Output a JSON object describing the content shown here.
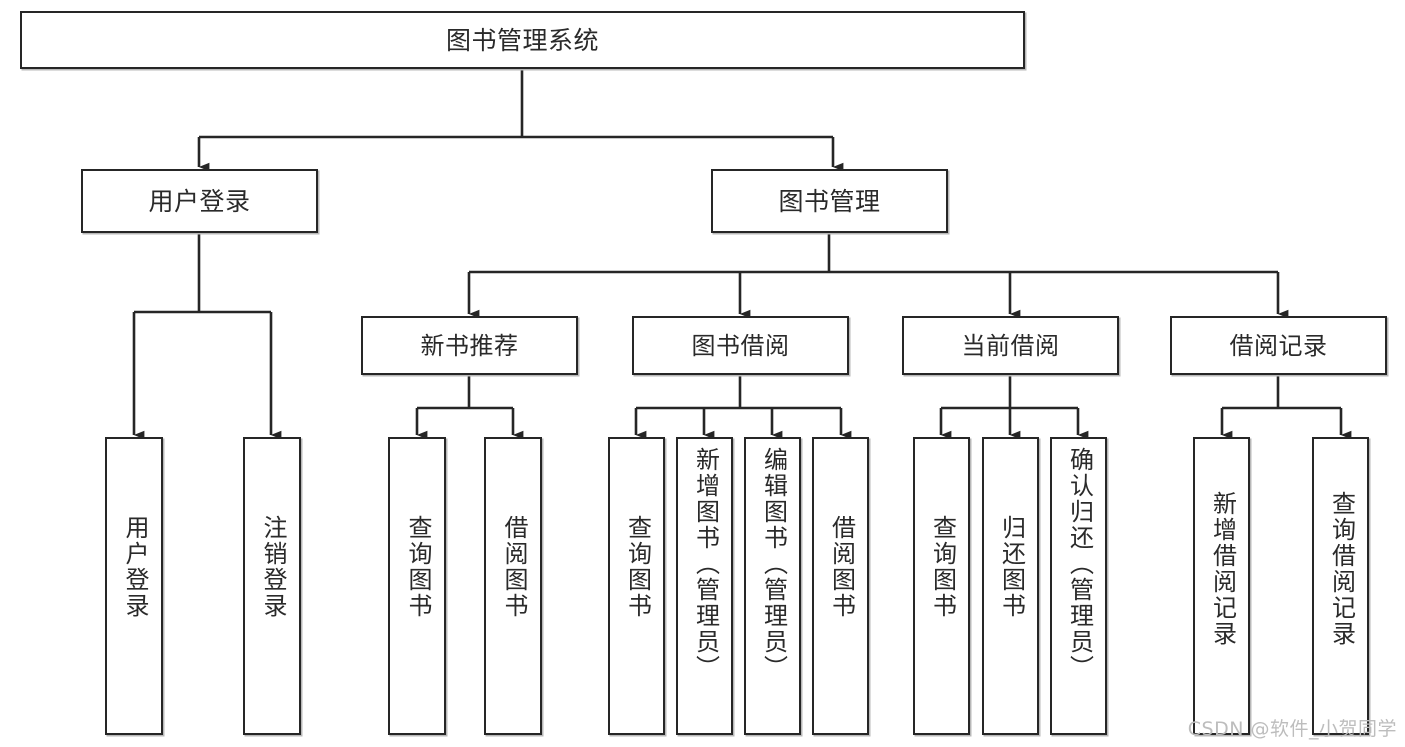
{
  "diagram": {
    "title": "图书管理系统",
    "type": "功能结构图",
    "stroke_color": "#262626",
    "fill_color": "#ffffff",
    "text_color": "#2a2a2a",
    "shadow_color": "#b8b8b8",
    "background": "#ffffff"
  },
  "nodes": {
    "root": {
      "label": "图书管理系统"
    },
    "tier2": [
      {
        "label": "用户登录"
      },
      {
        "label": "图书管理"
      }
    ],
    "tier3": [
      {
        "label": "新书推荐"
      },
      {
        "label": "图书借阅"
      },
      {
        "label": "当前借阅"
      },
      {
        "label": "借阅记录"
      }
    ],
    "leaves_user_login": [
      {
        "label": "用户登录"
      },
      {
        "label": "注销登录"
      }
    ],
    "leaves_new_book": [
      {
        "label": "查询图书"
      },
      {
        "label": "借阅图书"
      }
    ],
    "leaves_borrow": [
      {
        "label": "查询图书"
      },
      {
        "label": "新增图书（管理员）"
      },
      {
        "label": "编辑图书（管理员）"
      },
      {
        "label": "借阅图书"
      }
    ],
    "leaves_current": [
      {
        "label": "查询图书"
      },
      {
        "label": "归还图书"
      },
      {
        "label": "确认归还（管理员）"
      }
    ],
    "leaves_records": [
      {
        "label": "新增借阅记录"
      },
      {
        "label": "查询借阅记录"
      }
    ]
  },
  "watermark": {
    "text": "CSDN @软件_小贺同学"
  }
}
